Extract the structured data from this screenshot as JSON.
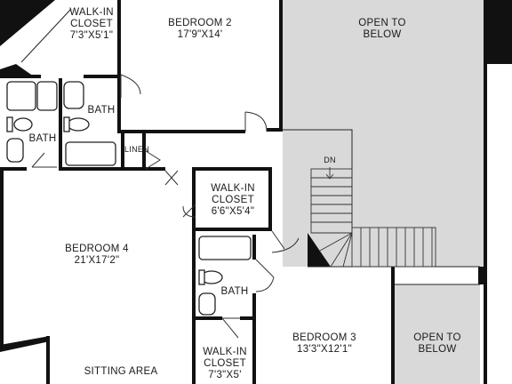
{
  "rooms": {
    "walkin_closet_top": {
      "name": "WALK-IN\nCLOSET",
      "line1": "WALK-IN",
      "line2": "CLOSET",
      "dims": "7'3\"X5'1\""
    },
    "bedroom_2": {
      "name": "BEDROOM 2",
      "dims": "17'9\"X14'"
    },
    "open_to_below_top": {
      "line1": "OPEN TO",
      "line2": "BELOW"
    },
    "bath_left": {
      "name": "BATH"
    },
    "bath_mid": {
      "name": "BATH"
    },
    "linen": {
      "name": "LINEN"
    },
    "stairs": {
      "label": "DN"
    },
    "walkin_closet_mid": {
      "line1": "WALK-IN",
      "line2": "CLOSET",
      "dims": "6'6\"X5'4\""
    },
    "bedroom_4": {
      "name": "BEDROOM 4",
      "dims": "21'X17'2\""
    },
    "bath_lower": {
      "name": "BATH"
    },
    "bedroom_3": {
      "name": "BEDROOM 3",
      "dims": "13'3\"X12'1\""
    },
    "walkin_closet_bottom": {
      "line1": "WALK-IN",
      "line2": "CLOSET",
      "dims": "7'3\"X5'"
    },
    "open_to_below_bottom": {
      "line1": "OPEN TO",
      "line2": "BELOW"
    },
    "sitting_area": {
      "name": "SITTING AREA"
    }
  },
  "colors": {
    "wall": "#111111",
    "open_to_below_fill": "#d9d9d9",
    "background": "#ffffff"
  }
}
